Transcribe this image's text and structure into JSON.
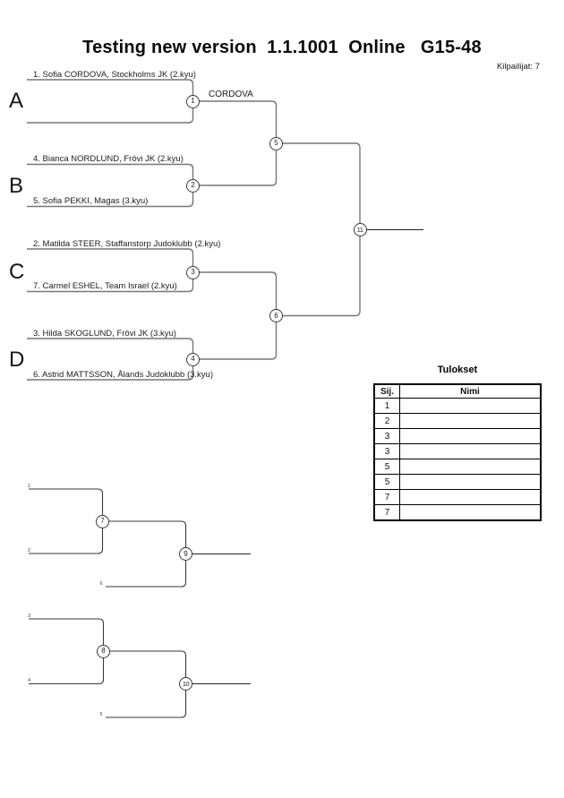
{
  "header": {
    "title": "Testing new version  1.1.1001  Online   G15-48",
    "competitors_label": "Kilpailijat: 7"
  },
  "main_bracket": {
    "sections": [
      "A",
      "B",
      "C",
      "D"
    ],
    "players": [
      "1. Sofia CORDOVA, Stockholms JK (2.kyu)",
      "4. Bianca NORDLUND, Frövi JK (2.kyu)",
      "5. Sofia PEKKI, Magas (3.kyu)",
      "2. Matilda STEER, Staffanstorp Judoklubb (2.kyu)",
      "7. Carmel ESHEL, Team Israel (2.kyu)",
      "3. Hilda SKOGLUND, Frövi JK (3.kyu)",
      "6. Astrid MATTSSON, Ålands Judoklubb (3.kyu)"
    ],
    "winner_annotation": "CORDOVA"
  },
  "matches": {
    "m1": "1",
    "m2": "2",
    "m3": "3",
    "m4": "4",
    "m5": "5",
    "m6": "6",
    "m11": "11",
    "m7": "7",
    "m8": "8",
    "m9": "9",
    "m10": "10"
  },
  "repechage": {
    "labels": {
      "r1_top": "1",
      "r1_bottom": "2",
      "r1_in": "6",
      "r2_top": "3",
      "r2_bottom": "4",
      "r2_in": "5"
    }
  },
  "results": {
    "title": "Tulokset",
    "columns": [
      "Sij.",
      "Nimi"
    ],
    "rows": [
      {
        "place": "1",
        "name": ""
      },
      {
        "place": "2",
        "name": ""
      },
      {
        "place": "3",
        "name": ""
      },
      {
        "place": "3",
        "name": ""
      },
      {
        "place": "5",
        "name": ""
      },
      {
        "place": "5",
        "name": ""
      },
      {
        "place": "7",
        "name": ""
      },
      {
        "place": "7",
        "name": ""
      }
    ]
  },
  "colors": {
    "bracket_line": "#777777",
    "output_line": "#222222",
    "repechage_line": "#3a3a3a",
    "circle_border": "#3a3a3a",
    "table_border": "#000000"
  }
}
